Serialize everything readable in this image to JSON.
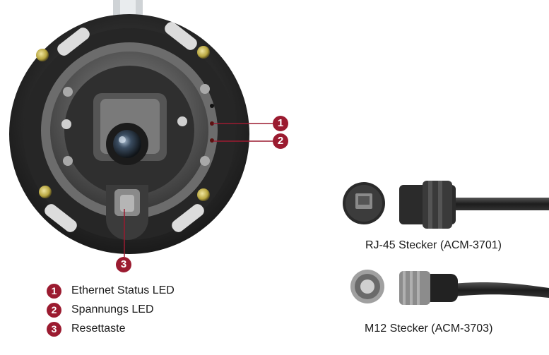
{
  "callouts": [
    {
      "number": "1",
      "label": "Ethernet Status LED"
    },
    {
      "number": "2",
      "label": "Spannungs LED"
    },
    {
      "number": "3",
      "label": "Resettaste"
    }
  ],
  "connectors": {
    "rj45_caption": "RJ-45 Stecker (ACM-3701)",
    "m12_caption": "M12 Stecker (ACM-3703)"
  },
  "colors": {
    "badge": "#9b1b30",
    "leader_line": "#9b1b30"
  }
}
